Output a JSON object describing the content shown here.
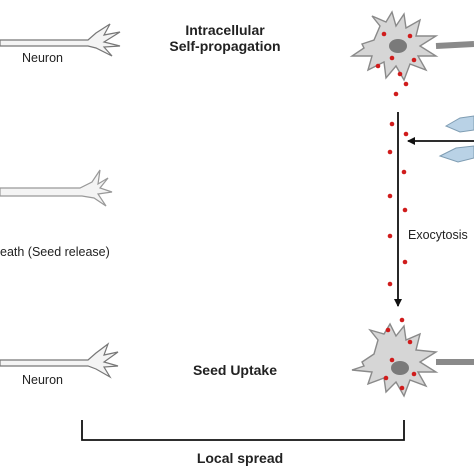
{
  "labels": {
    "neuron_top": "Neuron",
    "intracellular_line1": "Intracellular",
    "intracellular_line2": "Self-propagation",
    "death": "eath (Seed release)",
    "exocytosis": "Exocytosis",
    "neuron_bottom": "Neuron",
    "seed_uptake": "Seed Uptake",
    "local_spread": "Local spread"
  },
  "colors": {
    "neuron_fill": "#d6d6d6",
    "neuron_stroke": "#8a8a8a",
    "seed": "#d01c1c",
    "nucleus": "#7a7a7a",
    "glia": "#b9d2e6",
    "line": "#111111"
  },
  "icons": [
    "neuron-outline-icon",
    "neuron-cell-icon",
    "seed-particle-icon",
    "glia-icon",
    "arrow-icon"
  ]
}
